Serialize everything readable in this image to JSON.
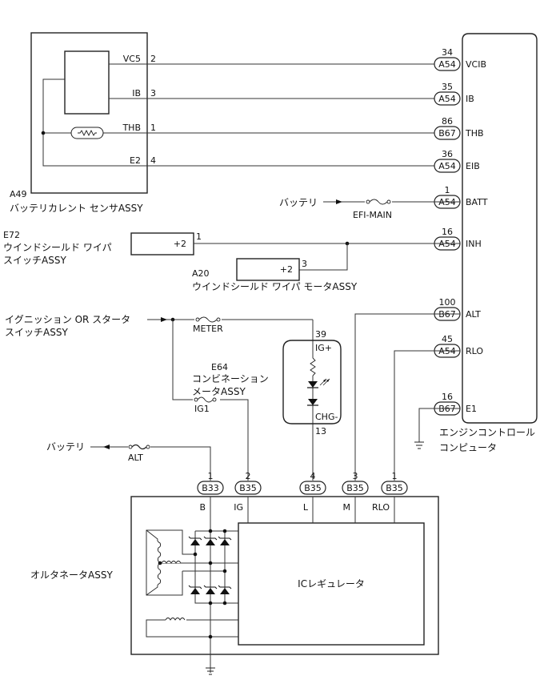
{
  "battery_current_sensor": {
    "code": "A49",
    "name": "バッテリカレント センサASSY",
    "terminals": [
      {
        "name": "VC5",
        "pin": "2"
      },
      {
        "name": "IB",
        "pin": "3"
      },
      {
        "name": "THB",
        "pin": "1"
      },
      {
        "name": "E2",
        "pin": "4"
      }
    ]
  },
  "ecu": {
    "name_line1": "エンジンコントロール",
    "name_line2": "コンピュータ",
    "terminals": [
      {
        "pin": "34",
        "connector": "A54",
        "name": "VCIB"
      },
      {
        "pin": "35",
        "connector": "A54",
        "name": "IB"
      },
      {
        "pin": "86",
        "connector": "B67",
        "name": "THB"
      },
      {
        "pin": "36",
        "connector": "A54",
        "name": "EIB"
      },
      {
        "pin": "1",
        "connector": "A54",
        "name": "BATT"
      },
      {
        "pin": "16",
        "connector": "A54",
        "name": "INH"
      },
      {
        "pin": "100",
        "connector": "B67",
        "name": "ALT"
      },
      {
        "pin": "45",
        "connector": "A54",
        "name": "RLO"
      },
      {
        "pin": "16",
        "connector": "B67",
        "name": "E1"
      }
    ]
  },
  "battery_efi": {
    "label": "バッテリ",
    "fuse": "EFI-MAIN"
  },
  "wiper_switch": {
    "code": "E72",
    "name_line1": "ウインドシールド ワイパ",
    "name_line2": "スイッチASSY",
    "value": "+2",
    "pin": "1"
  },
  "wiper_motor": {
    "code": "A20",
    "name": "ウインドシールド ワイパ モータASSY",
    "value": "+2",
    "pin": "3"
  },
  "ignition": {
    "name_line1": "イグニッション OR スタータ",
    "name_line2": "スイッチASSY",
    "fuse_meter": "METER",
    "fuse_ig1": "IG1"
  },
  "combination_meter": {
    "code": "E64",
    "name_line1": "コンビネーション",
    "name_line2": "メータASSY",
    "pin_top": "39",
    "term_top": "IG+",
    "pin_bottom": "13",
    "term_bottom": "CHG-"
  },
  "battery_alt": {
    "label": "バッテリ",
    "fuse": "ALT"
  },
  "alternator": {
    "name": "オルタネータASSY",
    "regulator": "ICレギュレータ",
    "terminals": [
      {
        "pin": "1",
        "connector": "B33",
        "name": "B"
      },
      {
        "pin": "2",
        "connector": "B35",
        "name": "IG"
      },
      {
        "pin": "4",
        "connector": "B35",
        "name": "L"
      },
      {
        "pin": "3",
        "connector": "B35",
        "name": "M"
      },
      {
        "pin": "1",
        "connector": "B35",
        "name": "RLO"
      }
    ]
  }
}
